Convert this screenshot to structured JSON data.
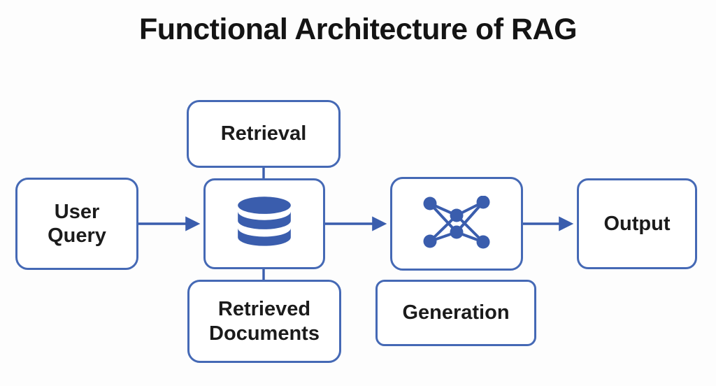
{
  "title": "Functional Architecture of RAG",
  "colors": {
    "border": "#4569b5",
    "accent": "#3a5dad",
    "text": "#1b1b1b",
    "background": "#fdfdfd",
    "box_fill": "#ffffff"
  },
  "nodes": {
    "user_query": {
      "label": "User Query"
    },
    "retrieval": {
      "label": "Retrieval"
    },
    "vector_database": {
      "icon": "database-icon"
    },
    "retrieved_documents": {
      "label": "Retrieved Documents"
    },
    "language_model": {
      "icon": "neural-network-icon"
    },
    "generation": {
      "label": "Generation"
    },
    "output": {
      "label": "Output"
    }
  }
}
